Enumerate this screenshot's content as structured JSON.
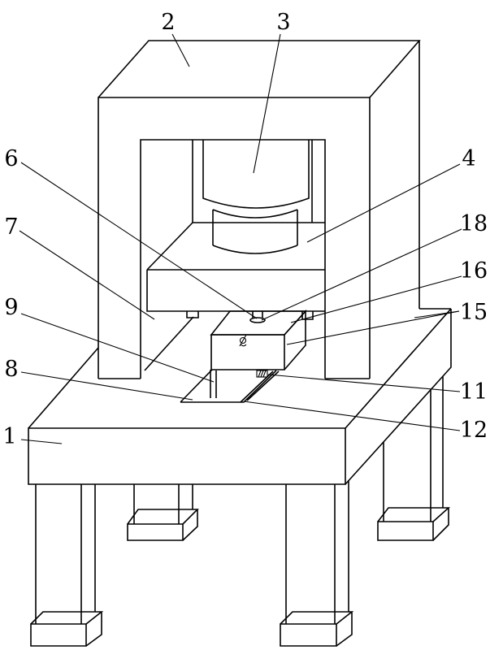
{
  "colors": {
    "line": "#000000",
    "background": "#ffffff"
  },
  "callouts": {
    "c1": "1",
    "c2": "2",
    "c3": "3",
    "c4": "4",
    "c6": "6",
    "c7": "7",
    "c8": "8",
    "c9": "9",
    "c11": "11",
    "c12": "12",
    "c15": "15",
    "c16": "16",
    "c18": "18"
  }
}
